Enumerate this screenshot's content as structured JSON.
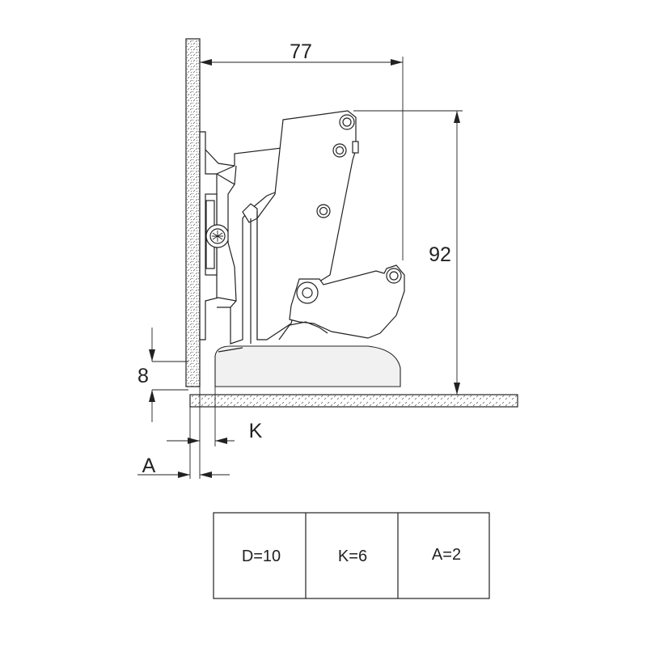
{
  "dimensions": {
    "width_overall": "77",
    "height_overall": "92",
    "overlay": "8",
    "k_label": "K",
    "a_label": "A"
  },
  "table": {
    "cells": [
      "D=10",
      "K=6",
      "A=2"
    ]
  },
  "colors": {
    "line": "#222222",
    "fill": "#ffffff"
  }
}
